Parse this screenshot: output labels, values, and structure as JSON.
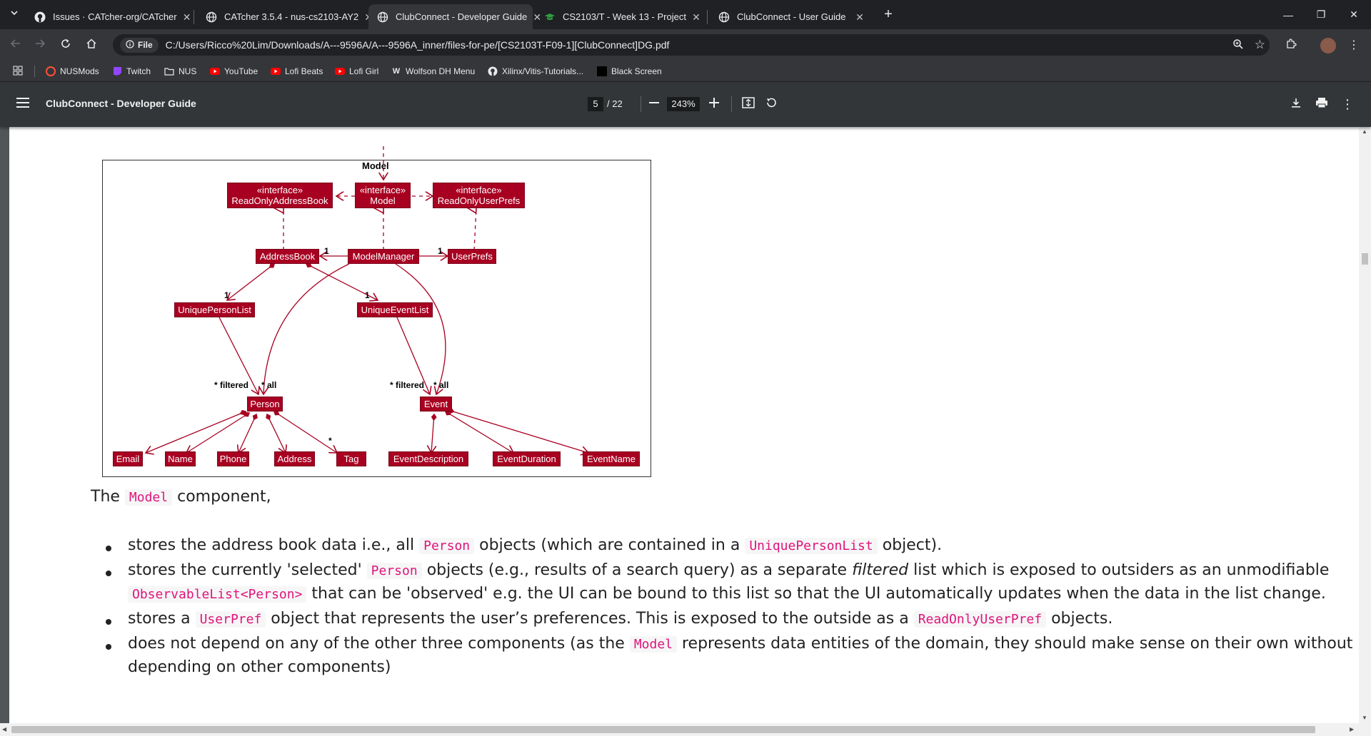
{
  "tabs": [
    {
      "title": "Issues · CATcher-org/CATcher",
      "icon": "github-icon",
      "active": false
    },
    {
      "title": "CATcher 3.5.4 - nus-cs2103-AY2",
      "icon": "globe-icon",
      "active": false
    },
    {
      "title": "ClubConnect - Developer Guide",
      "icon": "globe-icon",
      "active": true
    },
    {
      "title": "CS2103/T - Week 13 - Project",
      "icon": "graduation-cap-icon",
      "active": false
    },
    {
      "title": "ClubConnect - User Guide",
      "icon": "globe-icon",
      "active": false
    }
  ],
  "new_tab_label": "+",
  "address_bar": {
    "badge": "File",
    "url": "C:/Users/Ricco%20Lim/Downloads/A---9596A/A---9596A_inner/files-for-pe/[CS2103T-F09-1][ClubConnect]DG.pdf"
  },
  "bookmarks": [
    {
      "label": "NUSMods",
      "icon": "nusmods-icon",
      "color": "#ff5138"
    },
    {
      "label": "Twitch",
      "icon": "twitch-icon",
      "color": "#9146ff"
    },
    {
      "label": "NUS",
      "icon": "folder-icon",
      "color": "#e8eaed"
    },
    {
      "label": "YouTube",
      "icon": "youtube-icon",
      "color": "#ff0000"
    },
    {
      "label": "Lofi Beats",
      "icon": "youtube-icon",
      "color": "#ff0000"
    },
    {
      "label": "Lofi Girl",
      "icon": "youtube-icon",
      "color": "#ff0000"
    },
    {
      "label": "Wolfson DH Menu",
      "icon": "w-icon",
      "color": "#e8eaed"
    },
    {
      "label": "Xilinx/Vitis-Tutorials...",
      "icon": "github-icon",
      "color": "#e8eaed"
    },
    {
      "label": "Black Screen",
      "icon": "black-square-icon",
      "color": "#000000"
    }
  ],
  "pdf_viewer": {
    "title": "ClubConnect - Developer Guide",
    "current_page": "5",
    "total_pages": "/ 22",
    "zoom": "243%"
  },
  "diagram": {
    "package_label": "Model",
    "boxes": {
      "ro_address_book": {
        "stereotype": "«interface»",
        "name": "ReadOnlyAddressBook"
      },
      "model": {
        "stereotype": "«interface»",
        "name": "Model"
      },
      "ro_user_prefs": {
        "stereotype": "«interface»",
        "name": "ReadOnlyUserPrefs"
      },
      "address_book": "AddressBook",
      "model_manager": "ModelManager",
      "user_prefs": "UserPrefs",
      "unique_person_list": "UniquePersonList",
      "unique_event_list": "UniqueEventList",
      "person": "Person",
      "event": "Event",
      "email": "Email",
      "name": "Name",
      "phone": "Phone",
      "address": "Address",
      "tag": "Tag",
      "event_description": "EventDescription",
      "event_duration": "EventDuration",
      "event_name": "EventName"
    },
    "multiplicities": {
      "ab_mm": "1",
      "mm_up": "1",
      "ab_upl": "1",
      "ab_uel": "1",
      "person_filtered": "* filtered",
      "person_all": "* all",
      "event_filtered": "* filtered",
      "event_all": "* all",
      "tag": "*"
    }
  },
  "document": {
    "intro_pre": "The",
    "intro_code": "Model",
    "intro_post": "component,",
    "bullets": [
      {
        "t1": "stores the address book data i.e., all",
        "c1": "Person",
        "t2": "objects (which are contained in a",
        "c2": "UniquePersonList",
        "t3": "object)."
      },
      {
        "t1": "stores the currently 'selected'",
        "c1": "Person",
        "t2": "objects (e.g., results of a search query) as a separate",
        "em": "filtered",
        "t3": "list which is exposed to outsiders as an unmodifiable",
        "c2": "ObservableList<Person>",
        "t4": "that can be 'observed' e.g. the UI can be bound to this list so that the UI automatically updates when the data in the list change."
      },
      {
        "t1": "stores a",
        "c1": "UserPref",
        "t2": "object that represents the user’s preferences. This is exposed to the outside as a",
        "c2": "ReadOnlyUserPref",
        "t3": "objects."
      },
      {
        "t1": "does not depend on any of the other three components (as the",
        "c1": "Model",
        "t2": "represents data entities of the domain, they should make sense on their own without",
        "t3": "depending on other components)"
      }
    ]
  }
}
